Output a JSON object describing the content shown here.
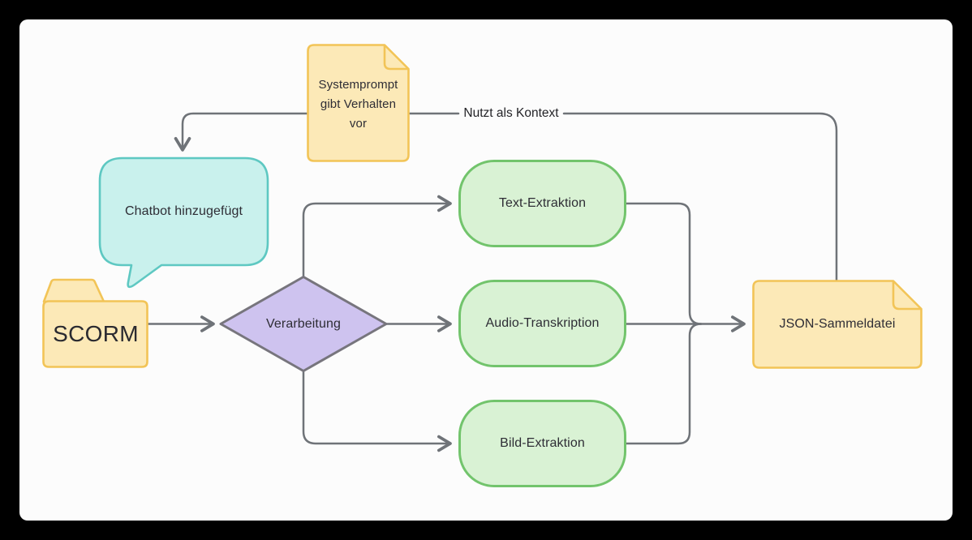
{
  "diagram": {
    "background_color": "#fcfcfc",
    "frame_color": "#000000",
    "connector_color": "#6f7378",
    "edge_label_kontext": "Nutzt als Kontext",
    "nodes": {
      "systemprompt": {
        "type": "document",
        "label": "Systemprompt gibt Verhalten vor",
        "lines": [
          "Systemprompt",
          "gibt Verhalten",
          "vor"
        ],
        "fill": "#fce9b7",
        "border": "#f2c457"
      },
      "chatbot": {
        "type": "speech-bubble",
        "label": "Chatbot hinzugefügt",
        "fill": "#c9f1ed",
        "border": "#5ec8c2"
      },
      "scorm": {
        "type": "folder",
        "label": "SCORM",
        "fill": "#fce9b7",
        "border": "#f2c457"
      },
      "verarbeitung": {
        "type": "decision-diamond",
        "label": "Verarbeitung",
        "fill": "#cec3ef",
        "border": "#77757d"
      },
      "text_extraktion": {
        "type": "process",
        "label": "Text-Extraktion",
        "fill": "#d9f2d4",
        "border": "#72c46c"
      },
      "audio_transkription": {
        "type": "process",
        "label": "Audio-Transkription",
        "fill": "#d9f2d4",
        "border": "#72c46c"
      },
      "bild_extraktion": {
        "type": "process",
        "label": "Bild-Extraktion",
        "fill": "#d9f2d4",
        "border": "#72c46c"
      },
      "json_sammeldatei": {
        "type": "document",
        "label": "JSON-Sammeldatei",
        "fill": "#fce9b7",
        "border": "#f2c457"
      }
    }
  }
}
